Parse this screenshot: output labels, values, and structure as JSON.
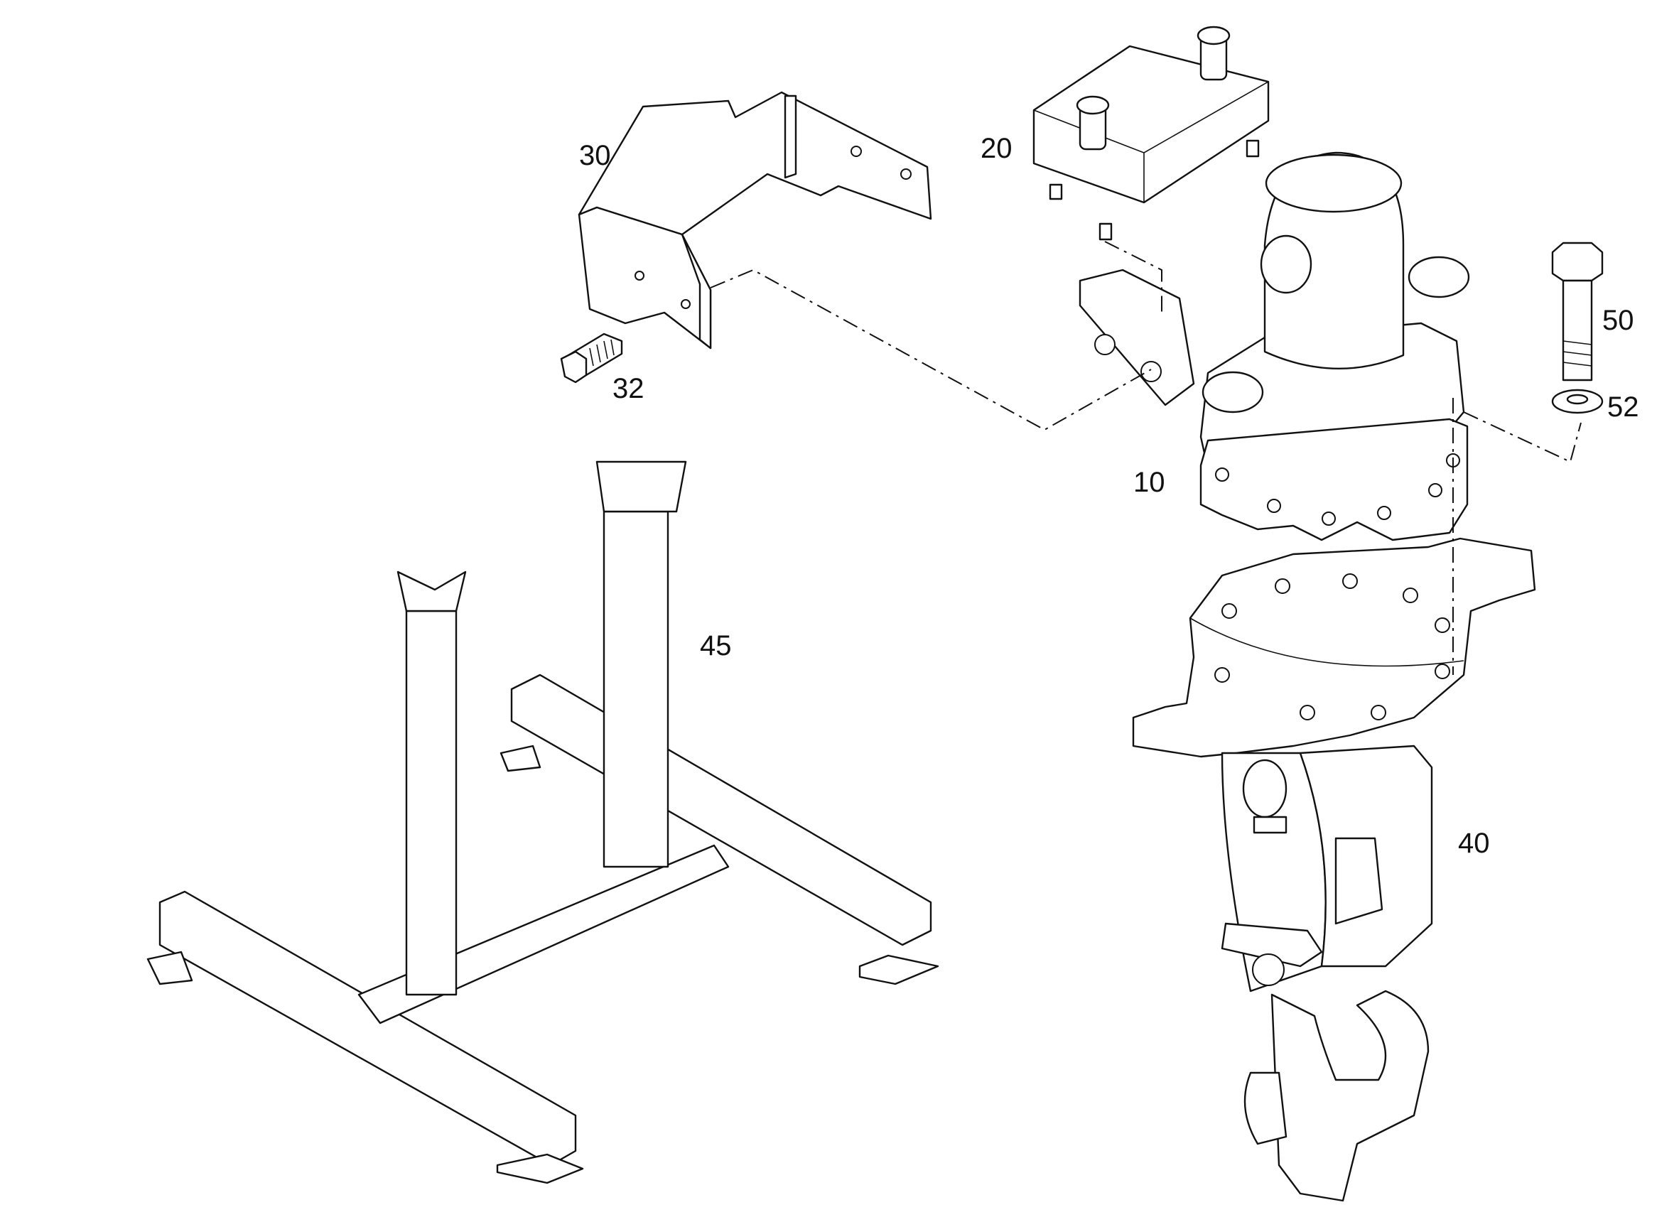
{
  "diagram": {
    "type": "exploded-parts-drawing",
    "callouts": [
      {
        "id": "c10",
        "text": "10"
      },
      {
        "id": "c20",
        "text": "20"
      },
      {
        "id": "c30",
        "text": "30"
      },
      {
        "id": "c32",
        "text": "32"
      },
      {
        "id": "c40",
        "text": "40"
      },
      {
        "id": "c45",
        "text": "45"
      },
      {
        "id": "c50",
        "text": "50"
      },
      {
        "id": "c52",
        "text": "52"
      }
    ]
  }
}
